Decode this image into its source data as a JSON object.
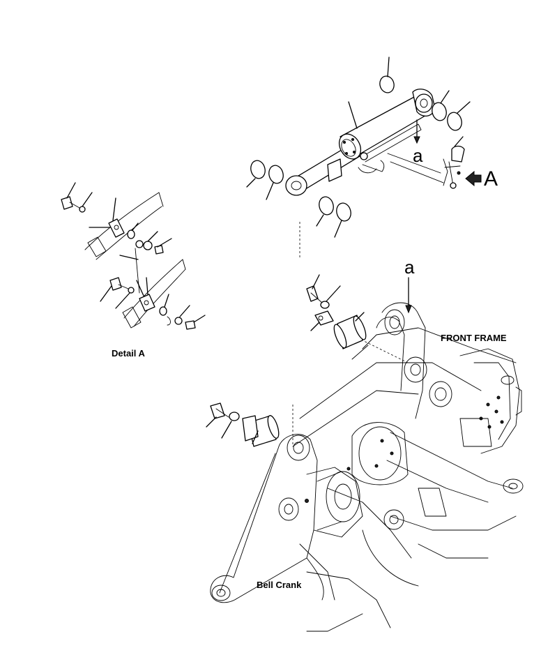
{
  "labels": {
    "detail_a": "Detail A",
    "front_frame": "FRONT FRAME",
    "bell_crank": "Bell Crank",
    "view_a": "A",
    "ref_a_top": "a",
    "ref_a_bottom": "a"
  }
}
